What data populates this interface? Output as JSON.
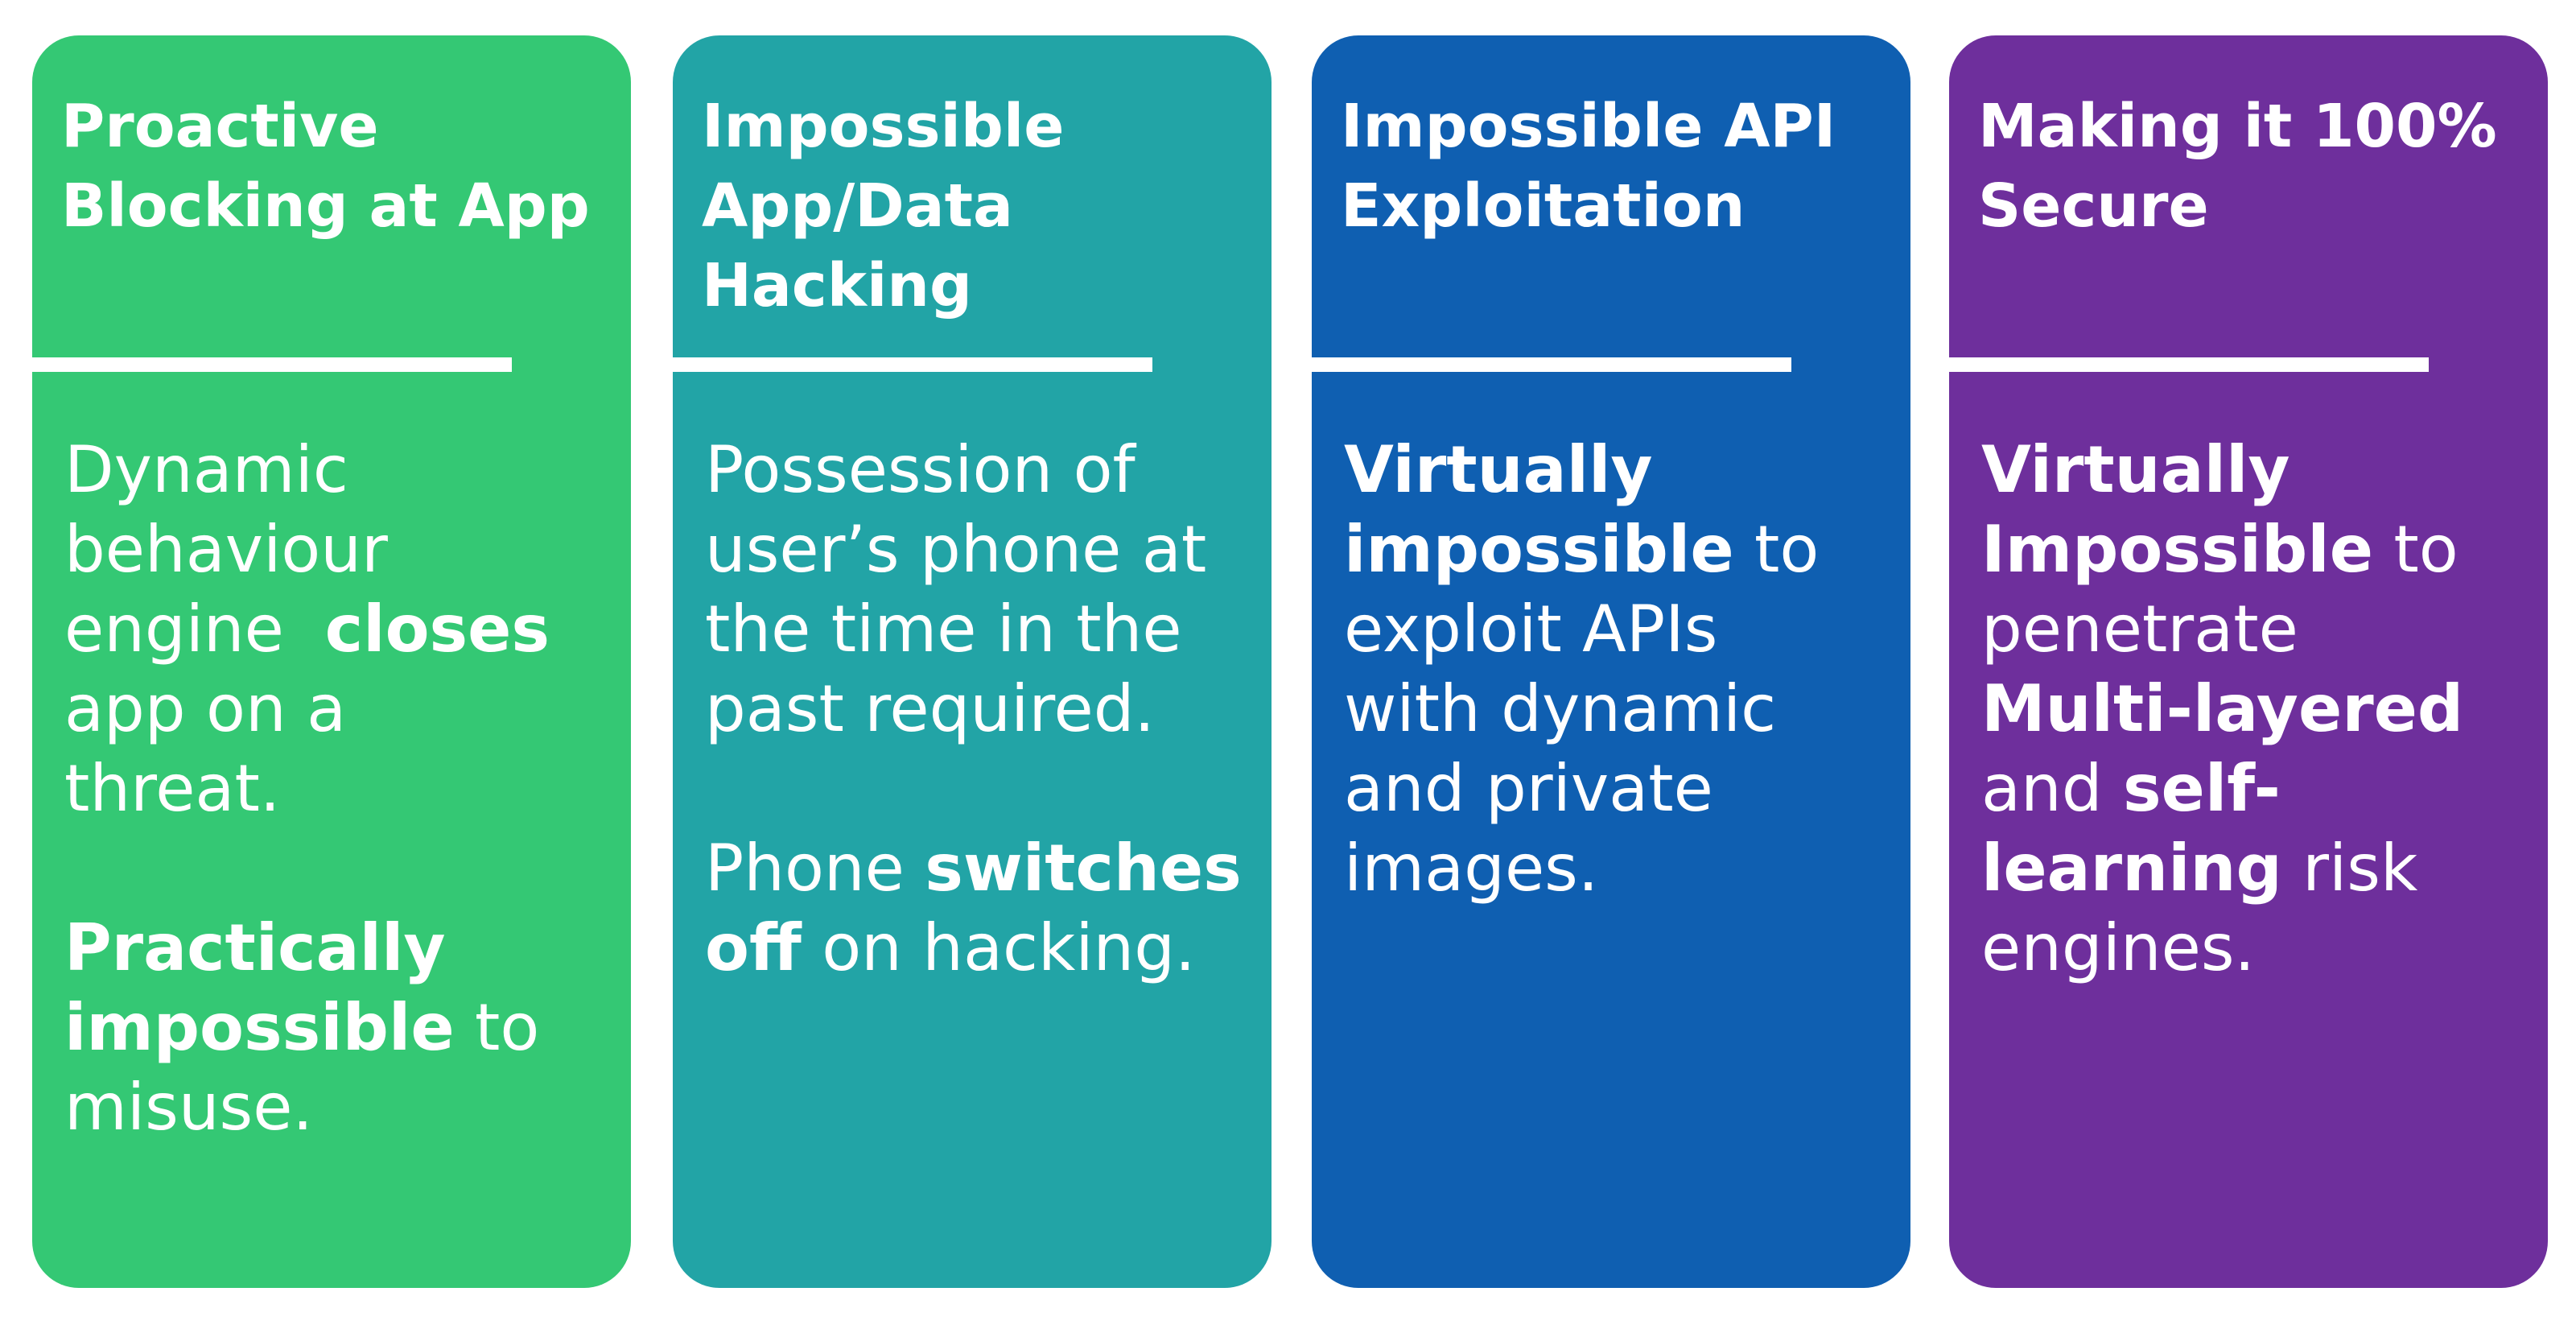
{
  "cards": [
    {
      "color": "#34C874",
      "title_lines": [
        "Proactive",
        "Blocking at App"
      ],
      "paragraphs": [
        [
          {
            "text": "Dynamic",
            "bold": false,
            "br": true
          },
          {
            "text": "behaviour",
            "bold": false,
            "br": true
          },
          {
            "text": "engine  ",
            "bold": false
          },
          {
            "text": "closes",
            "bold": true,
            "br": true
          },
          {
            "text": "app on a",
            "bold": false,
            "br": true
          },
          {
            "text": "threat.",
            "bold": false
          }
        ],
        [
          {
            "text": "Practically",
            "bold": true,
            "br": true
          },
          {
            "text": "impossible",
            "bold": true
          },
          {
            "text": " to",
            "bold": false,
            "br": true
          },
          {
            "text": "misuse.",
            "bold": false
          }
        ]
      ]
    },
    {
      "color": "#22A4A6",
      "title_lines": [
        "Impossible",
        "App/Data",
        "Hacking"
      ],
      "paragraphs": [
        [
          {
            "text": "Possession of",
            "bold": false,
            "br": true
          },
          {
            "text": "user’s phone at",
            "bold": false,
            "br": true
          },
          {
            "text": "the time in the",
            "bold": false,
            "br": true
          },
          {
            "text": "past required.",
            "bold": false
          }
        ],
        [
          {
            "text": "Phone ",
            "bold": false
          },
          {
            "text": "switches",
            "bold": true,
            "br": true
          },
          {
            "text": "off",
            "bold": true
          },
          {
            "text": " on hacking.",
            "bold": false
          }
        ]
      ]
    },
    {
      "color": "#0F5FB1",
      "title_lines": [
        "Impossible API",
        "Exploitation"
      ],
      "paragraphs": [
        [
          {
            "text": "Virtually",
            "bold": true,
            "br": true
          },
          {
            "text": "impossible",
            "bold": true
          },
          {
            "text": " to",
            "bold": false,
            "br": true
          },
          {
            "text": "exploit APIs",
            "bold": false,
            "br": true
          },
          {
            "text": "with dynamic",
            "bold": false,
            "br": true
          },
          {
            "text": "and private",
            "bold": false,
            "br": true
          },
          {
            "text": "images.",
            "bold": false
          }
        ]
      ]
    },
    {
      "color": "#6E2F9C",
      "title_lines": [
        "Making it 100%",
        "Secure"
      ],
      "paragraphs": [
        [
          {
            "text": "Virtually",
            "bold": true,
            "br": true
          },
          {
            "text": "Impossible",
            "bold": true
          },
          {
            "text": " to",
            "bold": false,
            "br": true
          },
          {
            "text": "penetrate",
            "bold": false,
            "br": true
          },
          {
            "text": "Multi-layered",
            "bold": true,
            "br": true
          },
          {
            "text": "and ",
            "bold": false
          },
          {
            "text": "self-",
            "bold": true,
            "br": true
          },
          {
            "text": "learning",
            "bold": true
          },
          {
            "text": " risk",
            "bold": false,
            "br": true
          },
          {
            "text": "engines.",
            "bold": false
          }
        ]
      ]
    }
  ]
}
